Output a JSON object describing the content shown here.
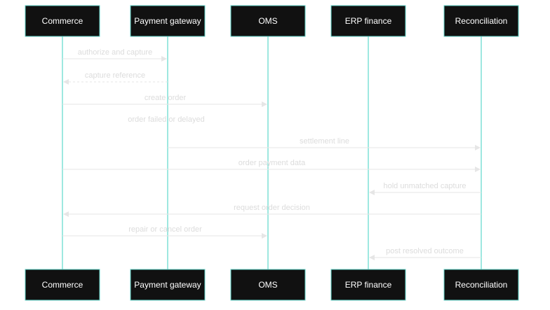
{
  "diagram": {
    "type": "sequence",
    "colors": {
      "actor_fill": "#111111",
      "actor_stroke": "#5fd3c8",
      "actor_text": "#ffffff",
      "lifeline": "#7fe0d6",
      "message_line": "#e6e6e6",
      "message_text": "#dcdcdc"
    },
    "actors": [
      {
        "id": "commerce",
        "label": "Commerce"
      },
      {
        "id": "gateway",
        "label": "Payment gateway"
      },
      {
        "id": "oms",
        "label": "OMS"
      },
      {
        "id": "erp",
        "label": "ERP finance"
      },
      {
        "id": "recon",
        "label": "Reconciliation"
      }
    ],
    "messages": [
      {
        "from": "commerce",
        "to": "gateway",
        "label": "authorize and capture",
        "style": "solid"
      },
      {
        "from": "gateway",
        "to": "commerce",
        "label": "capture reference",
        "style": "dashed"
      },
      {
        "from": "commerce",
        "to": "oms",
        "label": "create order",
        "style": "solid"
      },
      {
        "from": "oms",
        "to": "oms",
        "label": "order failed or delayed",
        "style": "note"
      },
      {
        "from": "gateway",
        "to": "recon",
        "label": "settlement line",
        "style": "solid"
      },
      {
        "from": "commerce",
        "to": "recon",
        "label": "order payment data",
        "style": "solid"
      },
      {
        "from": "recon",
        "to": "erp",
        "label": "hold unmatched capture",
        "style": "solid"
      },
      {
        "from": "recon",
        "to": "commerce",
        "label": "request order decision",
        "style": "solid"
      },
      {
        "from": "commerce",
        "to": "oms",
        "label": "repair or cancel order",
        "style": "solid"
      },
      {
        "from": "recon",
        "to": "erp",
        "label": "post resolved outcome",
        "style": "solid"
      }
    ]
  }
}
